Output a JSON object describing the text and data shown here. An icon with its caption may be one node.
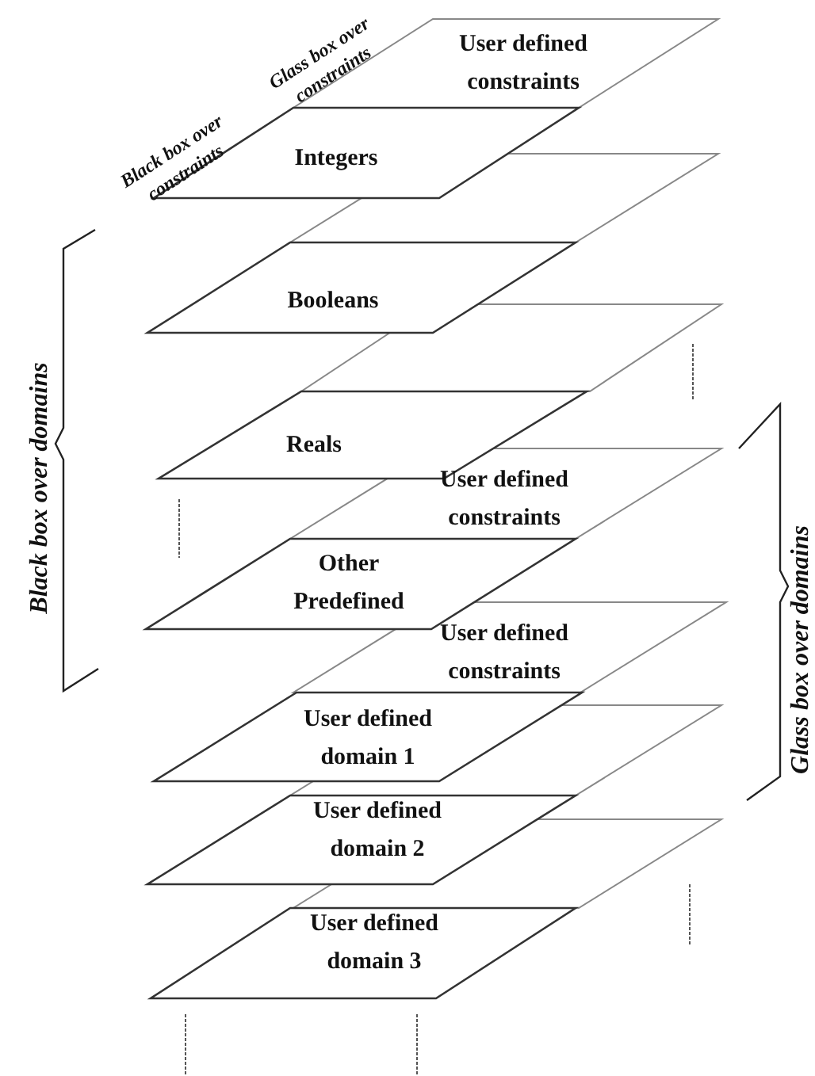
{
  "diagram": {
    "nodes": [
      {
        "text": [
          "User defined constraints"
        ]
      },
      {
        "text": [
          "Integers"
        ]
      },
      {
        "text": [],
        "shape": "parallelogram"
      },
      {
        "text": [
          "Booleans"
        ]
      },
      {
        "text": [],
        "shape": "parallelogram"
      },
      {
        "text": [
          "Reals"
        ]
      },
      {
        "text": [
          "User defined constraints"
        ]
      },
      {
        "text": [
          "Other Predefined"
        ]
      },
      {
        "text": [
          "User defined constraints"
        ]
      },
      {
        "text": [],
        "shape": "parallelogram"
      },
      {
        "text": [
          "User defined domain 1"
        ]
      },
      {
        "text": [],
        "shape": "parallelogram"
      },
      {
        "text": [
          "User defined domain 2"
        ]
      },
      {
        "text": [
          "User defined domain 3"
        ]
      }
    ],
    "edges": [],
    "labels": [
      "Glass box over constraints",
      "Black box over constraints",
      "Black box over domains",
      "Glass box over domains"
    ]
  }
}
